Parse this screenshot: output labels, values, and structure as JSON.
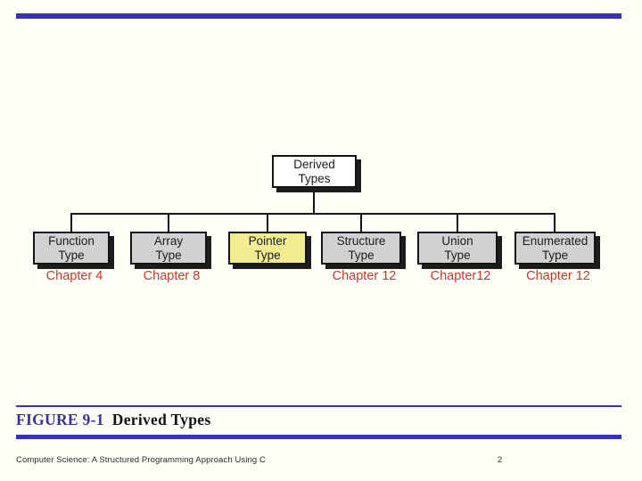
{
  "slide": {
    "background": "#fffef7",
    "accent_color": "#3634b8"
  },
  "diagram": {
    "root": {
      "line1": "Derived",
      "line2": "Types",
      "fill": "#ffffff"
    },
    "children": [
      {
        "line1": "Function",
        "line2": "Type",
        "chapter": "Chapter 4",
        "fill": "#d2d1d2"
      },
      {
        "line1": "Array",
        "line2": "Type",
        "chapter": "Chapter 8",
        "fill": "#d2d1d2"
      },
      {
        "line1": "Pointer",
        "line2": "Type",
        "chapter": "",
        "fill": "#f2ec90"
      },
      {
        "line1": "Structure",
        "line2": "Type",
        "chapter": "Chapter 12",
        "fill": "#d2d1d2"
      },
      {
        "line1": "Union",
        "line2": "Type",
        "chapter": "Chapter12",
        "fill": "#d2d1d2"
      },
      {
        "line1": "Enumerated",
        "line2": "Type",
        "chapter": "Chapter 12",
        "fill": "#d2d1d2"
      }
    ],
    "chapter_color": "#c03a31"
  },
  "caption": {
    "figure_label": "FIGURE 9-1",
    "figure_title": "Derived Types",
    "label_color": "#34349c"
  },
  "footer": {
    "book_title": "Computer Science: A Structured Programming Approach Using C",
    "page_number": "2"
  }
}
